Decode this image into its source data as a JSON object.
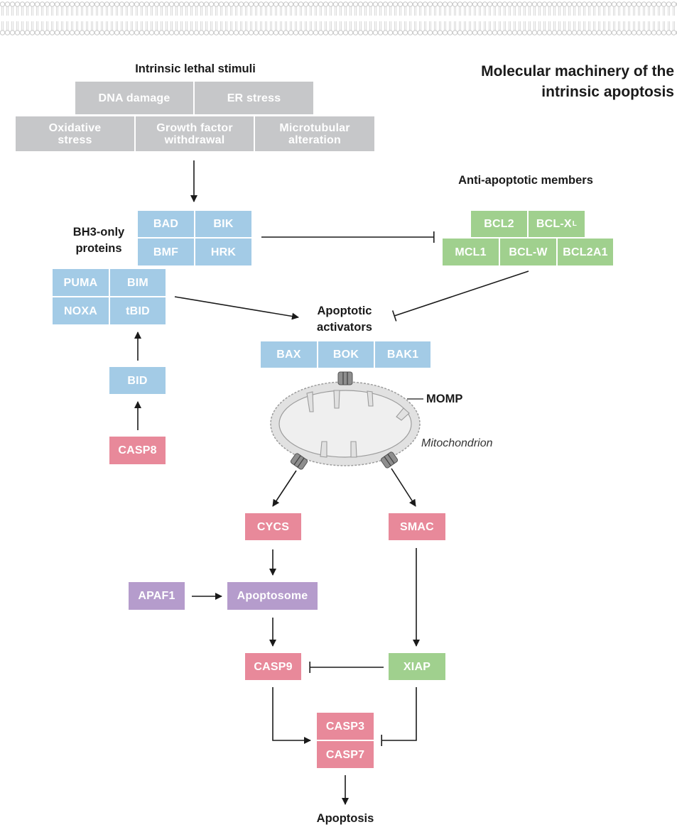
{
  "title": "Molecular machinery of the intrinsic apoptosis",
  "stimuli": {
    "heading": "Intrinsic lethal stimuli",
    "dna_damage": "DNA damage",
    "er_stress": "ER stress",
    "oxidative_stress": "Oxidative stress",
    "growth_factor": "Growth factor withdrawal",
    "microtubular": "Microtubular alteration"
  },
  "bh3": {
    "heading": "BH3-only proteins",
    "bad": "BAD",
    "bik": "BIK",
    "bmf": "BMF",
    "hrk": "HRK",
    "puma": "PUMA",
    "bim": "BIM",
    "noxa": "NOXA",
    "tbid": "tBID",
    "bid": "BID",
    "casp8": "CASP8"
  },
  "anti": {
    "heading": "Anti-apoptotic members",
    "bcl2": "BCL2",
    "bclxl": "BCL-X",
    "bclxl_sub": "L",
    "mcl1": "MCL1",
    "bclw": "BCL-W",
    "bcl2a1": "BCL2A1"
  },
  "activators": {
    "heading": "Apoptotic activators",
    "bax": "BAX",
    "bok": "BOK",
    "bak1": "BAK1"
  },
  "momp": "MOMP",
  "mitochondrion": "Mitochondrion",
  "downstream": {
    "cycs": "CYCS",
    "smac": "SMAC",
    "apaf1": "APAF1",
    "apoptosome": "Apoptosome",
    "casp9": "CASP9",
    "xiap": "XIAP",
    "casp3": "CASP3",
    "casp7": "CASP7",
    "apoptosis": "Apoptosis"
  },
  "colors": {
    "stimulus": "#c6c7c9",
    "bh3_only": "#a3cbe6",
    "anti_apoptotic": "#a0d08e",
    "caspase": "#e8899a",
    "apoptosome": "#b59ccc"
  }
}
